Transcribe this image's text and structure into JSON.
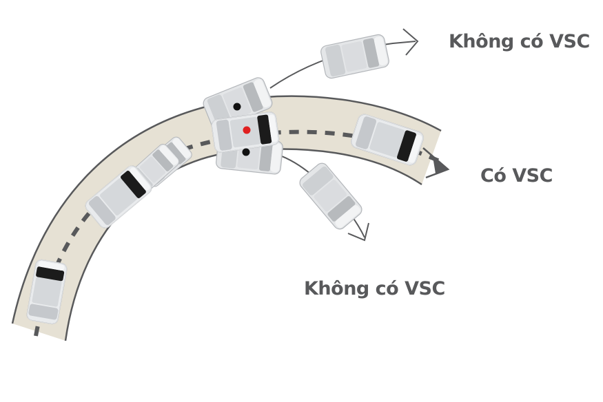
{
  "labels": {
    "without_vsc_top": "Không có VSC",
    "with_vsc": "Có VSC",
    "without_vsc_bottom": "Không có VSC"
  },
  "colors": {
    "road_fill": "#e5e0d3",
    "road_edge": "#58595b",
    "center_dash": "#58595b",
    "car_body": "#e4e6e8",
    "car_shadow": "#b9bcc0",
    "car_roof_glass": "#1a1a1a",
    "label_text": "#58595b",
    "marker_red": "#e02020",
    "marker_black": "#111111"
  },
  "icons": {
    "vehicle": "car-top-view-icon",
    "arrow": "open-arrowhead-icon",
    "marker": "dot-marker-icon"
  }
}
